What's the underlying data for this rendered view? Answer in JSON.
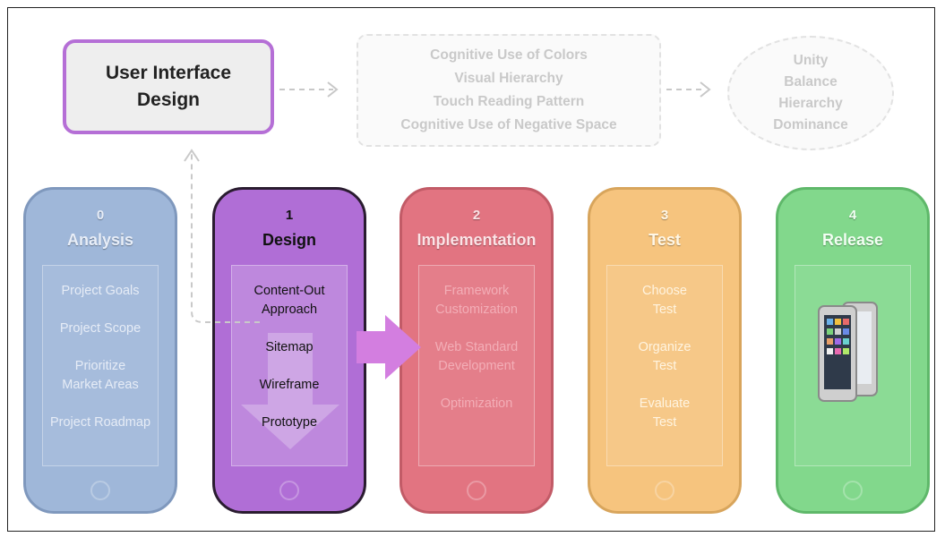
{
  "top": {
    "uid_lines": [
      "User Interface",
      "Design"
    ],
    "principles": [
      "Cognitive Use of Colors",
      "Visual Hierarchy",
      "Touch Reading Pattern",
      "Cognitive Use of Negative Space"
    ],
    "gestalt": [
      "Unity",
      "Balance",
      "Hierarchy",
      "Dominance"
    ]
  },
  "phases": [
    {
      "num": "0",
      "title": "Analysis",
      "items": [
        "Project Goals",
        "Project Scope",
        "Prioritize",
        "Market Areas",
        "Project Roadmap"
      ]
    },
    {
      "num": "1",
      "title": "Design",
      "items": [
        "Content-Out",
        "Approach",
        "Sitemap",
        "Wireframe",
        "Prototype"
      ]
    },
    {
      "num": "2",
      "title": "Implementation",
      "items": [
        "Framework",
        "Customization",
        "Web Standard",
        "Development",
        "Optimization"
      ]
    },
    {
      "num": "3",
      "title": "Test",
      "items": [
        "Choose",
        "Test",
        "Organize",
        "Test",
        "Evaluate",
        "Test"
      ]
    },
    {
      "num": "4",
      "title": "Release"
    }
  ],
  "colors": {
    "analysis": "#9fb7d9",
    "design": "#b06ed6",
    "implementation": "#e27481",
    "test": "#f6c47e",
    "release": "#82d88c",
    "accent_border": "#b56fd6"
  },
  "icons": [
    "dashed-arrow-right-icon",
    "dashed-arrow-up-icon",
    "big-arrow-right-icon",
    "down-arrow-icon",
    "phone-icon",
    "home-button-icon"
  ]
}
